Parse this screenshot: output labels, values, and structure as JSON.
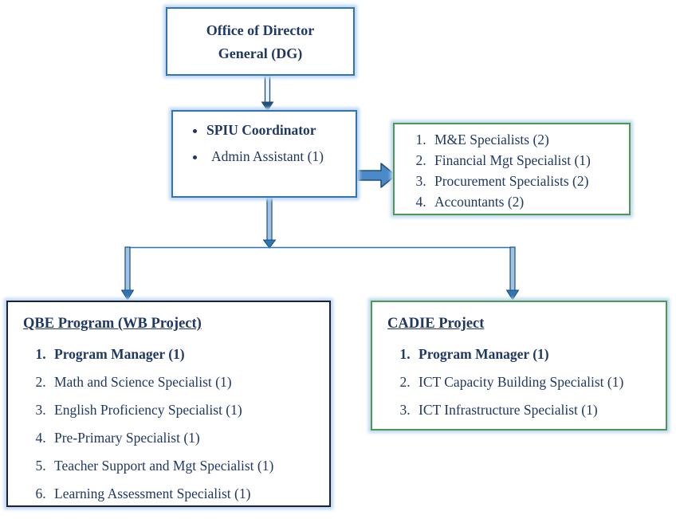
{
  "director_box": {
    "lines": [
      "Office of Director",
      "General (DG)"
    ]
  },
  "spiu_box": {
    "items": [
      "SPIU Coordinator",
      "Admin Assistant (1)"
    ]
  },
  "support_box": {
    "items": [
      "M&E Specialists (2)",
      "Financial Mgt Specialist (1)",
      "Procurement Specialists (2)",
      "Accountants (2)"
    ]
  },
  "qbe_box": {
    "title": "QBE Program (WB Project)",
    "items": [
      "Program Manager (1)",
      "Math and Science Specialist (1)",
      "English Proficiency Specialist (1)",
      "Pre-Primary Specialist (1)",
      "Teacher Support and Mgt Specialist (1)",
      "Learning Assessment Specialist (1)"
    ]
  },
  "cadie_box": {
    "title": "CADIE Project",
    "items": [
      "Program Manager (1)",
      "ICT Capacity Building Specialist (1)",
      "ICT Infrastructure Specialist (1)"
    ]
  },
  "colors": {
    "blue_border": "#2E75B6",
    "green_border": "#4a9a4f",
    "navy_border": "#17223c",
    "text": "#1F3864",
    "glow": "#bed7f2",
    "arrow_fill": "#5b9bd5",
    "arrow_outline": "#1f4e79"
  }
}
